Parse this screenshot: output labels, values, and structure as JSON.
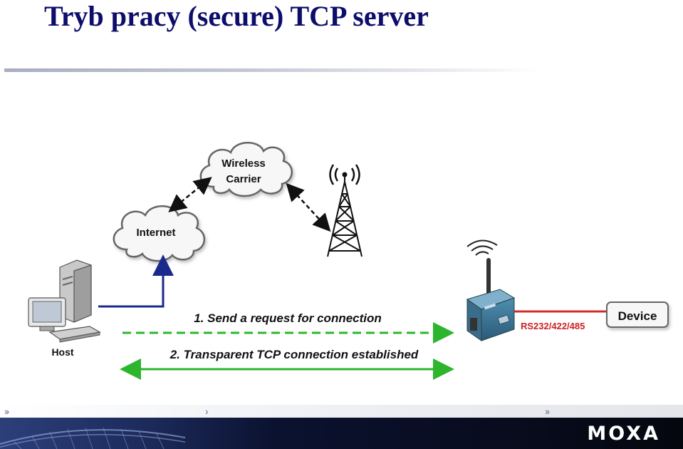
{
  "title": "Tryb pracy (secure) TCP server",
  "labels": {
    "wireless_line1": "Wireless",
    "wireless_line2": "Carrier",
    "internet": "Internet",
    "host": "Host",
    "step1": "1. Send a request for connection",
    "step2": "2. Transparent TCP connection established",
    "serial": "RS232/422/485",
    "device": "Device"
  },
  "footer": {
    "logo": "MOXA"
  },
  "colors": {
    "title": "#0d0d6b",
    "host_link": "#1a2a8c",
    "dashed_arrow": "#2db52d",
    "serial_line": "#d42a2a",
    "serial_label": "#cc2222",
    "footer_dark": "#0b1230"
  }
}
